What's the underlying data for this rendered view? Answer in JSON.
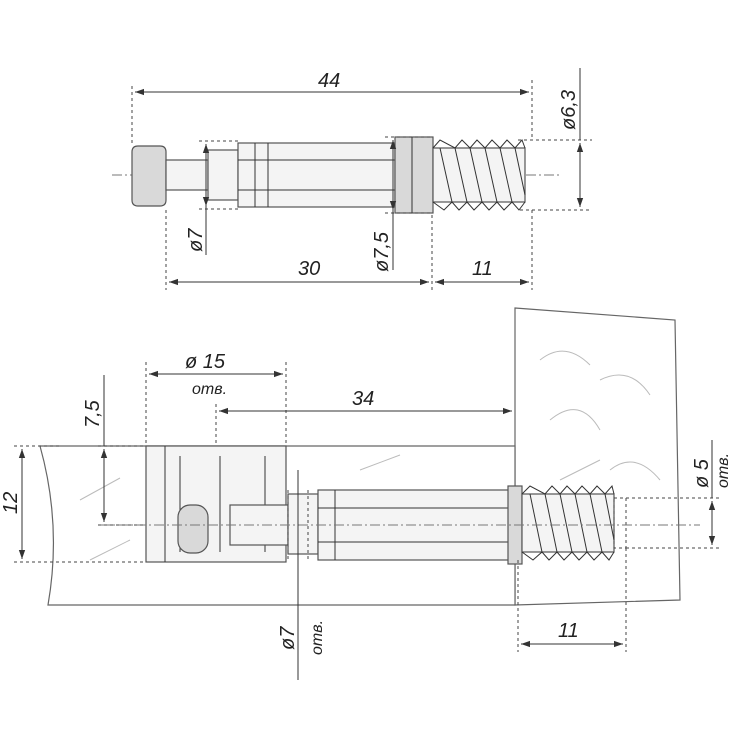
{
  "dimensions": {
    "top": {
      "overall_length": "44",
      "shank_length": "30",
      "thread_length": "11",
      "head_diameter": "ø7",
      "body_diameter": "ø7,5",
      "thread_diameter": "ø6,3"
    },
    "bottom": {
      "hole_diameter": "ø 15",
      "hole_note": "отв.",
      "drill_distance": "34",
      "hole_depth": "7,5",
      "panel_thickness": "12",
      "edge_hole_diameter": "ø7",
      "edge_hole_note": "отв.",
      "screw_hole_diameter": "ø 5",
      "screw_hole_note": "отв.",
      "screw_length": "11"
    }
  }
}
